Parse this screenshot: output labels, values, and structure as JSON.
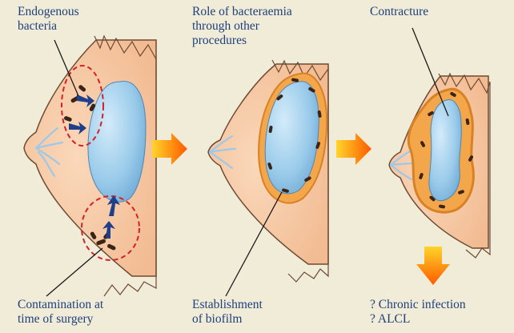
{
  "labels": {
    "endogenous": "Endogenous\nbacteria",
    "bacteraemia": "Role of bacteraemia\nthrough other\nprocedures",
    "contracture": "Contracture",
    "contamination": "Contamination at\ntime of surgery",
    "biofilm": "Establishment\nof biofilm",
    "outcome": "? Chronic infection\n? ALCL"
  },
  "colors": {
    "background": "#f0ecd8",
    "skin": "#f6c9a4",
    "skin_outline": "#6e4a33",
    "implant": "#8fc2e6",
    "implant_highlight": "#c7e3f6",
    "arrow_blue": "#1f3f8a",
    "arrow_orange": "#ff7a00",
    "arrow_yellow": "#ffcf20",
    "capsule": "#f4a64a",
    "dashed_circle": "#d6202b",
    "text": "#1f3f7a"
  },
  "icons": [
    "blue-arrow-icon",
    "orange-gradient-arrow-icon",
    "bacteria-icon",
    "milk-duct-icon"
  ]
}
